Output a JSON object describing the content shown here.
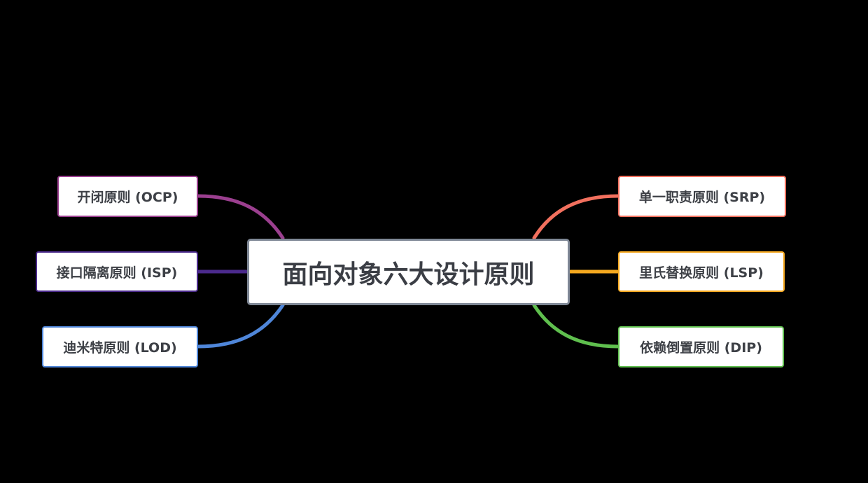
{
  "title": "面向对象六大设计原则",
  "branches": {
    "ocp": {
      "label": "开闭原则 (OCP)",
      "color": "#9b3f8f"
    },
    "isp": {
      "label": "接口隔离原则 (ISP)",
      "color": "#4b2a8c"
    },
    "lod": {
      "label": "迪米特原则 (LOD)",
      "color": "#4f86d9"
    },
    "srp": {
      "label": "单一职责原则 (SRP)",
      "color": "#f2705e"
    },
    "lsp": {
      "label": "里氏替换原则 (LSP)",
      "color": "#f5a81f"
    },
    "dip": {
      "label": "依赖倒置原则 (DIP)",
      "color": "#5fbf4e"
    }
  },
  "colors": {
    "background": "#000000",
    "root_border": "#7f8896",
    "text": "#3d4046"
  }
}
